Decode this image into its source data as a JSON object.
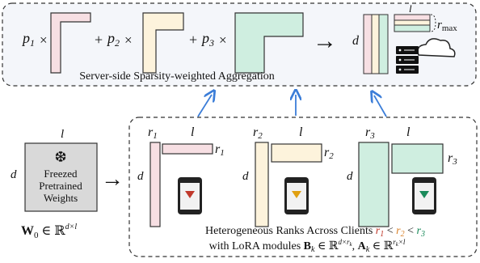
{
  "server": {
    "caption": "Server-side Sparsity-weighted Aggregation",
    "terms": [
      {
        "weight": "p",
        "sub": "1",
        "color": "#c0392b",
        "rect_color": "#f7dfe3"
      },
      {
        "weight": "p",
        "sub": "2",
        "color": "#d9822b",
        "rect_color": "#fdf3dc"
      },
      {
        "weight": "p",
        "sub": "3",
        "color": "#1a8a5a",
        "rect_color": "#cfeee0"
      }
    ],
    "times": "×",
    "plus": "+",
    "arrow": "→",
    "result_d": "d",
    "result_l": "l",
    "rmax_text": "r",
    "rmax_sub": "max"
  },
  "pretrained": {
    "snowflake": "❆",
    "line1": "Freezed",
    "line2": "Pretrained",
    "line3": "Weights",
    "dim_d": "d",
    "dim_l": "l",
    "formula_main": "W",
    "formula_sub": "0",
    "formula_rest": " ∈ ℝ",
    "formula_sup": "d×l"
  },
  "clients": [
    {
      "r": "r",
      "sub": "1",
      "color": "#c0392b",
      "fill": "#f7dfe3",
      "d": "d",
      "l": "l",
      "screen": "#c0392b"
    },
    {
      "r": "r",
      "sub": "2",
      "color": "#d9822b",
      "fill": "#fdf3dc",
      "d": "d",
      "l": "l",
      "screen": "#e0a010"
    },
    {
      "r": "r",
      "sub": "3",
      "color": "#1a8a5a",
      "fill": "#cfeee0",
      "d": "d",
      "l": "l",
      "screen": "#1a8a5a"
    }
  ],
  "caption": {
    "line1_prefix": "Heterogeneous Ranks Across Clients ",
    "line2_prefix": "with LoRA modules "
  },
  "colors": {
    "accent_arrow": "#3b7dd8",
    "border": "#333333"
  }
}
